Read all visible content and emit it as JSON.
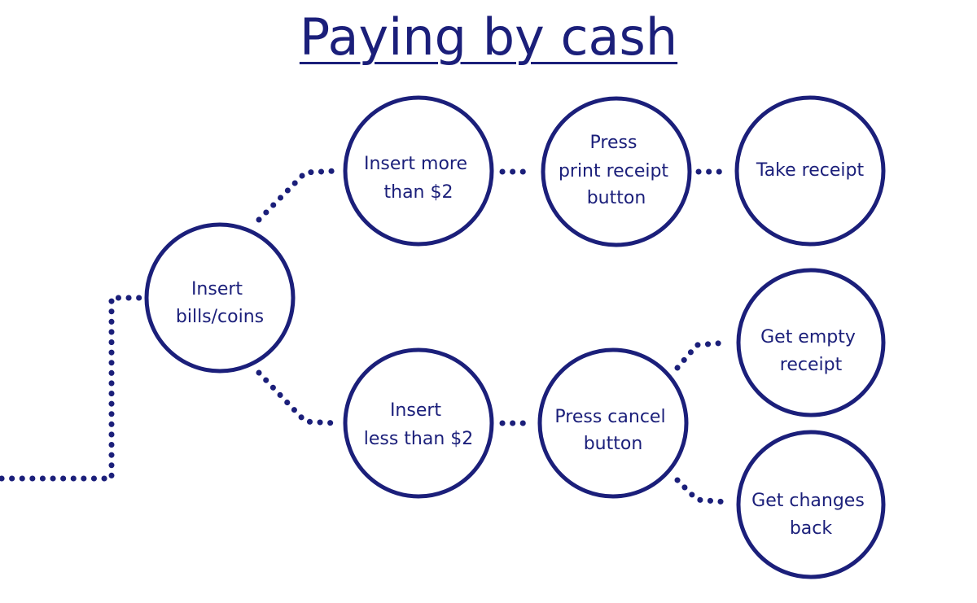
{
  "title": "Paying by cash",
  "colors": {
    "primary": "#1b1f7a",
    "background": "#ffffff"
  },
  "nodes": {
    "insert_bills_coins": {
      "lines": [
        "Insert",
        "bills/coins"
      ]
    },
    "insert_more": {
      "lines": [
        "Insert more",
        "than $2"
      ]
    },
    "press_print_receipt": {
      "lines": [
        "Press",
        "print receipt",
        "button"
      ]
    },
    "take_receipt": {
      "lines": [
        "Take receipt"
      ]
    },
    "insert_less": {
      "lines": [
        "Insert",
        "less than $2"
      ]
    },
    "press_cancel": {
      "lines": [
        "Press cancel",
        "button"
      ]
    },
    "get_empty_receipt": {
      "lines": [
        "Get empty",
        "receipt"
      ]
    },
    "get_changes_back": {
      "lines": [
        "Get changes",
        "back"
      ]
    }
  }
}
